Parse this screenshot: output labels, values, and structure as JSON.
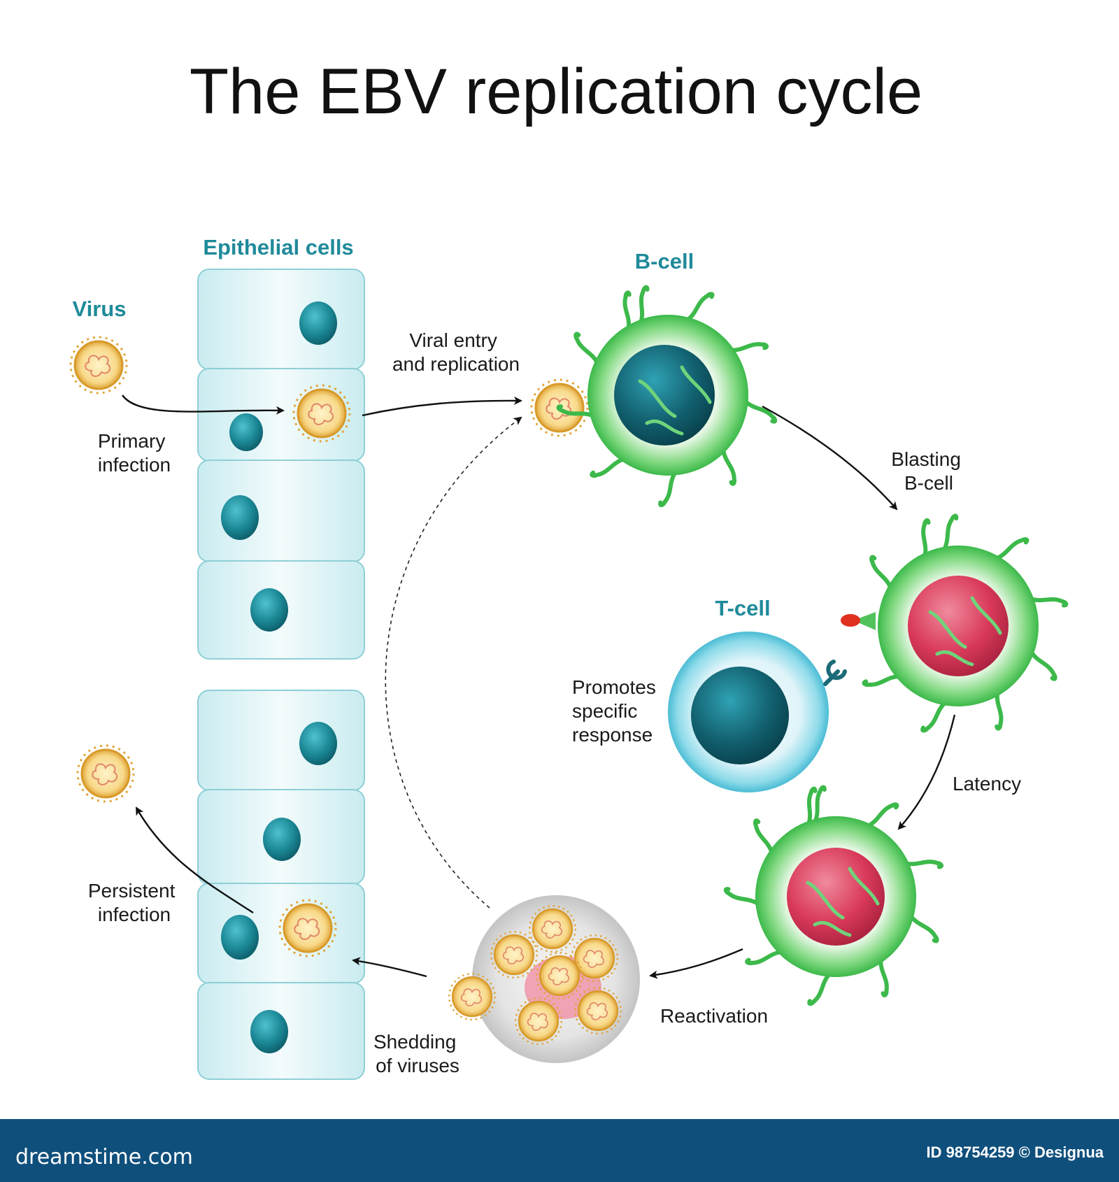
{
  "title": "The EBV replication cycle",
  "labels": {
    "epithelial_cells": "Epithelial cells",
    "virus": "Virus",
    "b_cell": "B-cell",
    "t_cell": "T-cell",
    "primary_infection": [
      "Primary",
      "infection"
    ],
    "viral_entry": [
      "Viral entry",
      "and replication"
    ],
    "blasting_b_cell": [
      "Blasting",
      "B-cell"
    ],
    "promotes_response": [
      "Promotes",
      "specific",
      "response"
    ],
    "latency": "Latency",
    "reactivation": "Reactivation",
    "shedding": [
      "Shedding",
      "of viruses"
    ],
    "persistent_infection": [
      "Persistent",
      "infection"
    ]
  },
  "footer": {
    "brand": "dreamstime.com",
    "image_id": "ID 98754259 © Designua"
  },
  "colors": {
    "label_teal": "#1f8a9a",
    "footer_bar": "#0f4f7c",
    "epithelial_fill": "#d4f0f3",
    "nucleus_teal": "#1b7f8c",
    "b_cell_green": "#4cc65a",
    "latent_nucleus_red": "#d9395a",
    "t_cell_cyan": "#5cc6dc",
    "virus_gold": "#e0a63a"
  }
}
